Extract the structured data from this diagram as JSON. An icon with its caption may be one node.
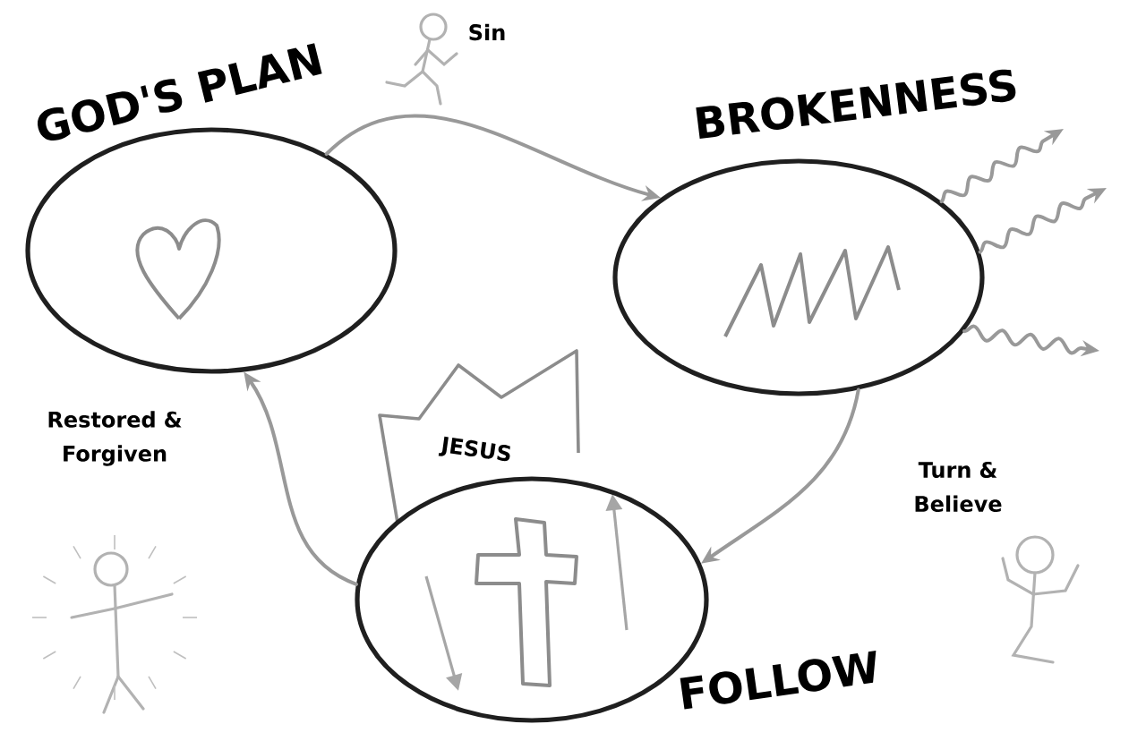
{
  "diagram": {
    "nodes": [
      {
        "text": [
          "GOD'S PLAN"
        ]
      },
      {
        "text": [
          "BROKENNESS"
        ]
      },
      {
        "text": [
          "JESUS"
        ]
      },
      {
        "text": [
          "FOLLOW"
        ]
      }
    ],
    "edges": [
      {
        "from": 0,
        "to": 1,
        "arrow": "to",
        "label": "Sin"
      },
      {
        "from": 1,
        "to": 3,
        "arrow": "to",
        "label": "Turn & Believe"
      },
      {
        "from": 3,
        "to": 0,
        "arrow": "to",
        "label": "Restored & Forgiven"
      },
      {
        "from": 1,
        "to": null,
        "arrow": "to"
      },
      {
        "from": 1,
        "to": null,
        "arrow": "to"
      },
      {
        "from": 1,
        "to": null,
        "arrow": "to"
      }
    ]
  }
}
